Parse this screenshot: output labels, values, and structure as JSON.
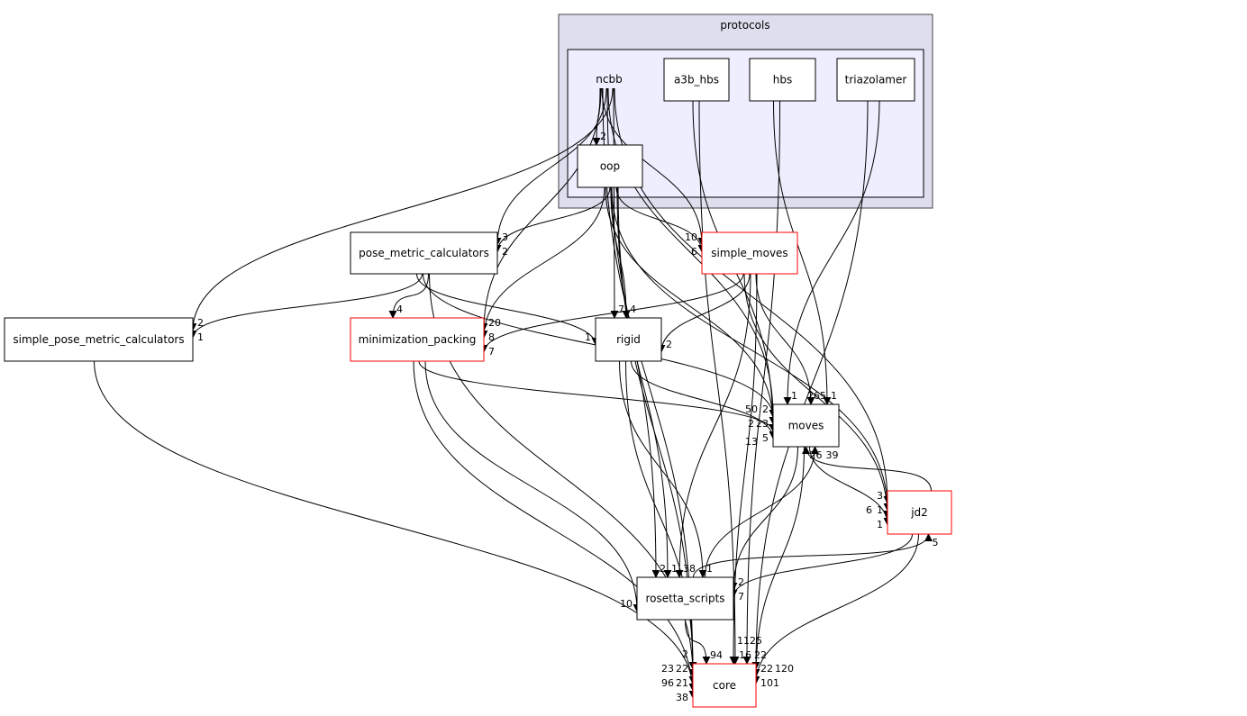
{
  "clusters": {
    "outer": {
      "id": "protocols",
      "label": "protocols",
      "fill": "#dedeee",
      "stroke": "#444"
    },
    "inner": {
      "id": "ncbb",
      "label": "ncbb",
      "fill": "#eeeeff",
      "stroke": "#000"
    }
  },
  "colors": {
    "normal_border": "#000000",
    "highlight_border": "#ff0000",
    "edge": "#000000"
  },
  "nodes": [
    {
      "id": "a3b_hbs",
      "label": "a3b_hbs",
      "red": false
    },
    {
      "id": "hbs",
      "label": "hbs",
      "red": false
    },
    {
      "id": "triazolamer",
      "label": "triazolamer",
      "red": false
    },
    {
      "id": "oop",
      "label": "oop",
      "red": false
    },
    {
      "id": "pose_metric_calculators",
      "label": "pose_metric_calculators",
      "red": false
    },
    {
      "id": "simple_moves",
      "label": "simple_moves",
      "red": true
    },
    {
      "id": "simple_pose_metric_calculators",
      "label": "simple_pose_metric_calculators",
      "red": false
    },
    {
      "id": "minimization_packing",
      "label": "minimization_packing",
      "red": true
    },
    {
      "id": "rigid",
      "label": "rigid",
      "red": false
    },
    {
      "id": "moves",
      "label": "moves",
      "red": false
    },
    {
      "id": "jd2",
      "label": "jd2",
      "red": true
    },
    {
      "id": "rosetta_scripts",
      "label": "rosetta_scripts",
      "red": false
    },
    {
      "id": "core",
      "label": "core",
      "red": true
    }
  ],
  "edges": [
    {
      "from": "ncbb",
      "to": "oop",
      "label": "2"
    },
    {
      "from": "ncbb",
      "to": "pose_metric_calculators",
      "label": "3"
    },
    {
      "from": "ncbb",
      "to": "simple_pose_metric_calculators",
      "label": "2"
    },
    {
      "from": "ncbb",
      "to": "minimization_packing",
      "label": "20"
    },
    {
      "from": "ncbb",
      "to": "rosetta_scripts",
      "label": "2"
    },
    {
      "from": "ncbb",
      "to": "rigid",
      "label": "7"
    },
    {
      "from": "ncbb",
      "to": "simple_moves",
      "label": "10"
    },
    {
      "from": "ncbb",
      "to": "moves",
      "label": "2"
    },
    {
      "from": "ncbb",
      "to": "jd2",
      "label": "3"
    },
    {
      "from": "ncbb",
      "to": "core",
      "label": "22"
    },
    {
      "from": "oop",
      "to": "pose_metric_calculators",
      "label": "2"
    },
    {
      "from": "oop",
      "to": "simple_moves",
      "label": "6"
    },
    {
      "from": "oop",
      "to": "minimization_packing",
      "label": "8"
    },
    {
      "from": "oop",
      "to": "rigid",
      "label": "4"
    },
    {
      "from": "oop",
      "to": "rosetta_scripts",
      "label": "1"
    },
    {
      "from": "oop",
      "to": "moves",
      "label": "23"
    },
    {
      "from": "oop",
      "to": "jd2",
      "label": "1"
    },
    {
      "from": "oop",
      "to": "core",
      "label": "21"
    },
    {
      "from": "a3b_hbs",
      "to": "moves",
      "label": "2"
    },
    {
      "from": "a3b_hbs",
      "to": "core",
      "label": "16"
    },
    {
      "from": "hbs",
      "to": "moves",
      "label": "1"
    },
    {
      "from": "hbs",
      "to": "core",
      "label": "22"
    },
    {
      "from": "triazolamer",
      "to": "moves",
      "label": "1"
    },
    {
      "from": "triazolamer",
      "to": "core",
      "label": "22"
    },
    {
      "from": "pose_metric_calculators",
      "to": "simple_pose_metric_calculators",
      "label": "1"
    },
    {
      "from": "pose_metric_calculators",
      "to": "minimization_packing",
      "label": "4"
    },
    {
      "from": "pose_metric_calculators",
      "to": "rigid",
      "label": "1"
    },
    {
      "from": "pose_metric_calculators",
      "to": "moves",
      "label": "50"
    },
    {
      "from": "pose_metric_calculators",
      "to": "core",
      "label": "23"
    },
    {
      "from": "simple_moves",
      "to": "minimization_packing",
      "label": "7"
    },
    {
      "from": "simple_moves",
      "to": "rigid",
      "label": "2"
    },
    {
      "from": "simple_moves",
      "to": "moves",
      "label": "265"
    },
    {
      "from": "simple_moves",
      "to": "jd2",
      "label": "6"
    },
    {
      "from": "simple_moves",
      "to": "rosetta_scripts",
      "label": "38"
    },
    {
      "from": "simple_moves",
      "to": "core",
      "label": "1125"
    },
    {
      "from": "simple_pose_metric_calculators",
      "to": "core",
      "label": "96"
    },
    {
      "from": "minimization_packing",
      "to": "moves",
      "label": "5"
    },
    {
      "from": "minimization_packing",
      "to": "rosetta_scripts",
      "label": "10"
    },
    {
      "from": "minimization_packing",
      "to": "core",
      "label": "38"
    },
    {
      "from": "rigid",
      "to": "moves",
      "label": "13"
    },
    {
      "from": "rigid",
      "to": "rosetta_scripts",
      "label": "1"
    },
    {
      "from": "rigid",
      "to": "core",
      "label": "2"
    },
    {
      "from": "moves",
      "to": "jd2",
      "label": "1"
    },
    {
      "from": "moves",
      "to": "rosetta_scripts",
      "label": "2"
    },
    {
      "from": "moves",
      "to": "core",
      "label": "120"
    },
    {
      "from": "jd2",
      "to": "moves",
      "label": "26"
    },
    {
      "from": "jd2",
      "to": "rosetta_scripts",
      "label": "7"
    },
    {
      "from": "jd2",
      "to": "core",
      "label": "101"
    },
    {
      "from": "rosetta_scripts",
      "to": "moves",
      "label": "39"
    },
    {
      "from": "rosetta_scripts",
      "to": "jd2",
      "label": "5"
    },
    {
      "from": "rosetta_scripts",
      "to": "core",
      "label": "94"
    }
  ]
}
